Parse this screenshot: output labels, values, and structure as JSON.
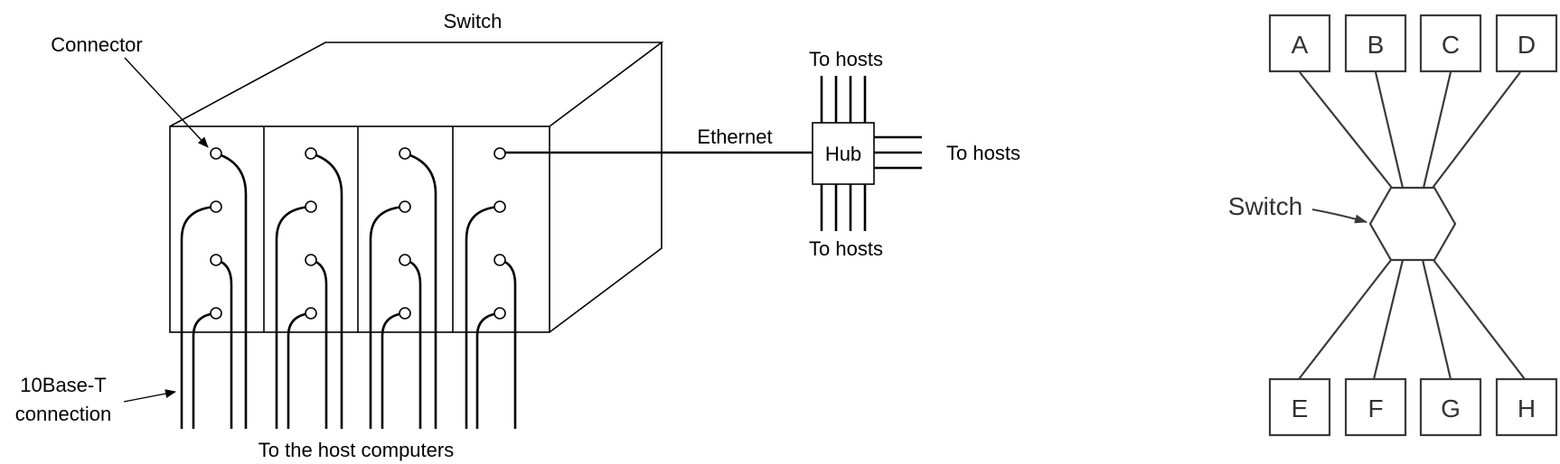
{
  "left_diagram": {
    "switch_label": "Switch",
    "connector_label": "Connector",
    "ethernet_label": "Ethernet",
    "hub_label": "Hub",
    "to_hosts_top": "To hosts",
    "to_hosts_right": "To hosts",
    "to_hosts_bottom": "To hosts",
    "tenbase_label_line1": "10Base-T",
    "tenbase_label_line2": "connection",
    "host_computers_label": "To the host computers"
  },
  "right_diagram": {
    "switch_label": "Switch",
    "top_nodes": [
      "A",
      "B",
      "C",
      "D"
    ],
    "bottom_nodes": [
      "E",
      "F",
      "G",
      "H"
    ]
  }
}
